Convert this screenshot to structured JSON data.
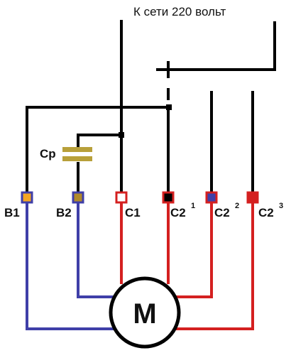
{
  "title": "К сети 220 вольт",
  "capacitor_label": "Ср",
  "motor_label": "M",
  "terminals": {
    "b1": "B1",
    "b2": "B2",
    "c1": "C1",
    "c2_1": "C2",
    "c2_1_sup": "1",
    "c2_2": "C2",
    "c2_2_sup": "2",
    "c2_3": "C2",
    "c2_3_sup": "3"
  },
  "colors": {
    "supply_wire": "#000000",
    "b_winding": "#3f3fa8",
    "c_winding": "#d42020",
    "capacitor": "#b8a03a",
    "terminal_b1_fill": "#f5a623",
    "terminal_b2_fill": "#b08a2a",
    "terminal_c1_fill": "#ffffff",
    "terminal_c2_1_fill": "#000000",
    "terminal_c2_2_fill": "#3f3fa8",
    "terminal_c2_3_fill": "#d42020"
  }
}
